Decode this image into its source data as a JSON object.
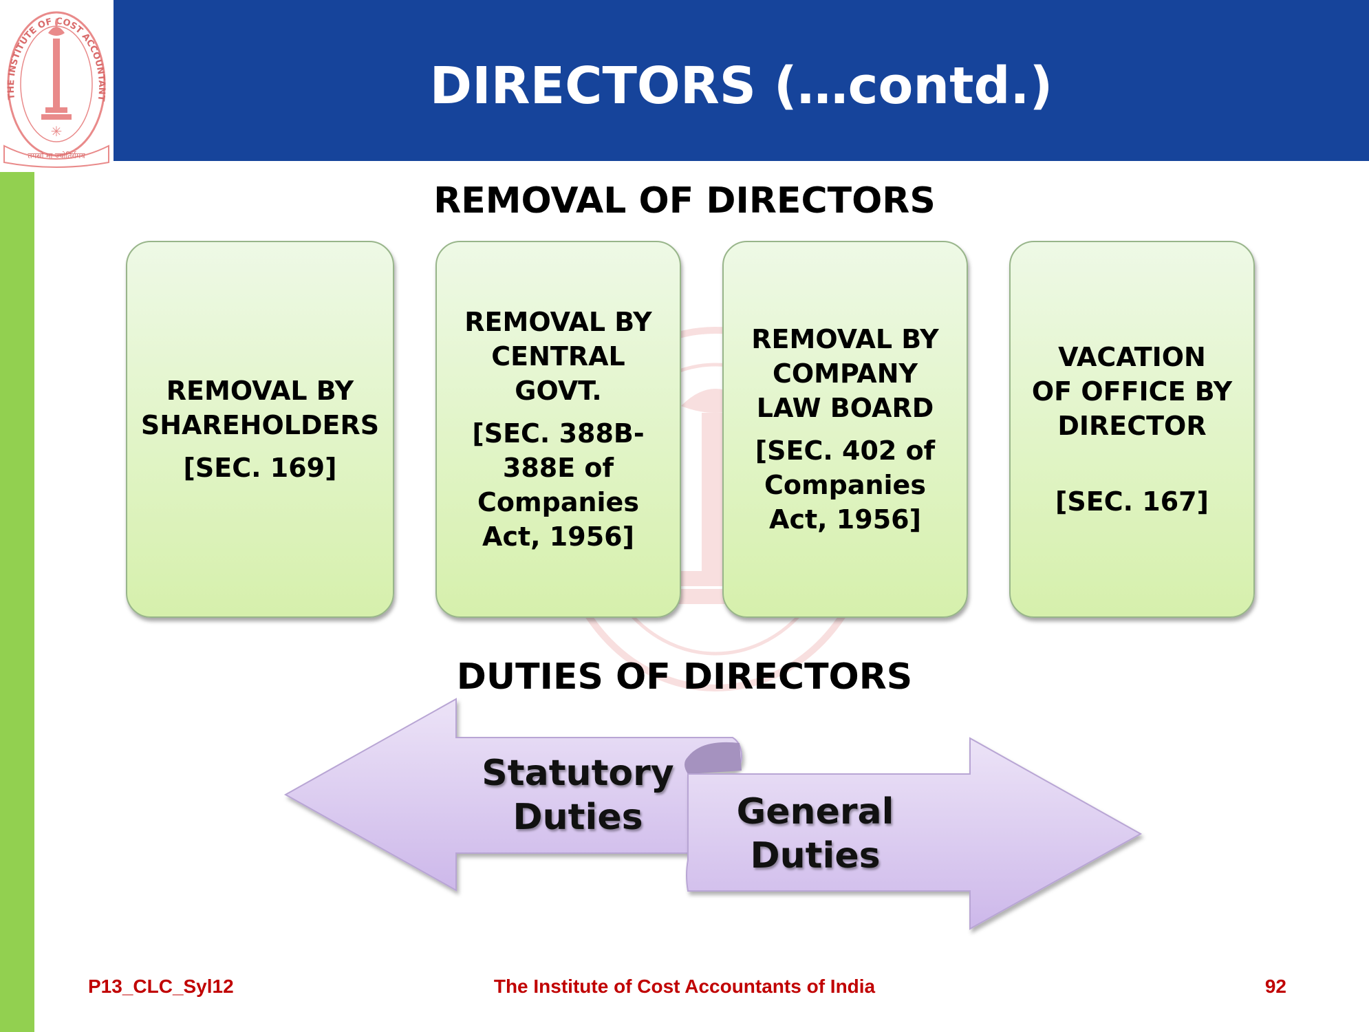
{
  "slide": {
    "title": "DIRECTORS (…contd.)"
  },
  "logo": {
    "text_top": "THE INSTITUTE OF COST ACCOUNTANTS OF INDIA",
    "motto": "तमसो मा ज्योतिर्गमय"
  },
  "removal": {
    "heading": "REMOVAL OF DIRECTORS",
    "boxes": [
      {
        "label": "REMOVAL BY\nSHAREHOLDERS",
        "section": "[SEC. 169]"
      },
      {
        "label": "REMOVAL BY\nCENTRAL\nGOVT.",
        "section": "[SEC. 388B-\n388E of\nCompanies\nAct, 1956]"
      },
      {
        "label": "REMOVAL BY\nCOMPANY\nLAW BOARD",
        "section": "[SEC. 402 of\nCompanies\nAct, 1956]"
      },
      {
        "label": "VACATION\nOF OFFICE BY\nDIRECTOR",
        "section": "[SEC. 167]"
      }
    ]
  },
  "duties": {
    "heading": "DUTIES OF DIRECTORS",
    "left_arrow": "Statutory\nDuties",
    "right_arrow": "General\nDuties"
  },
  "footer": {
    "code": "P13_CLC_Syl12",
    "institute": "The Institute of Cost Accountants of India",
    "page": "92"
  },
  "colors": {
    "header": "#16449b",
    "side_bar": "#92d050",
    "box_fill": "#d6f0ac",
    "arrow_fill": "#d8c6ee",
    "footer_text": "#c00000"
  }
}
